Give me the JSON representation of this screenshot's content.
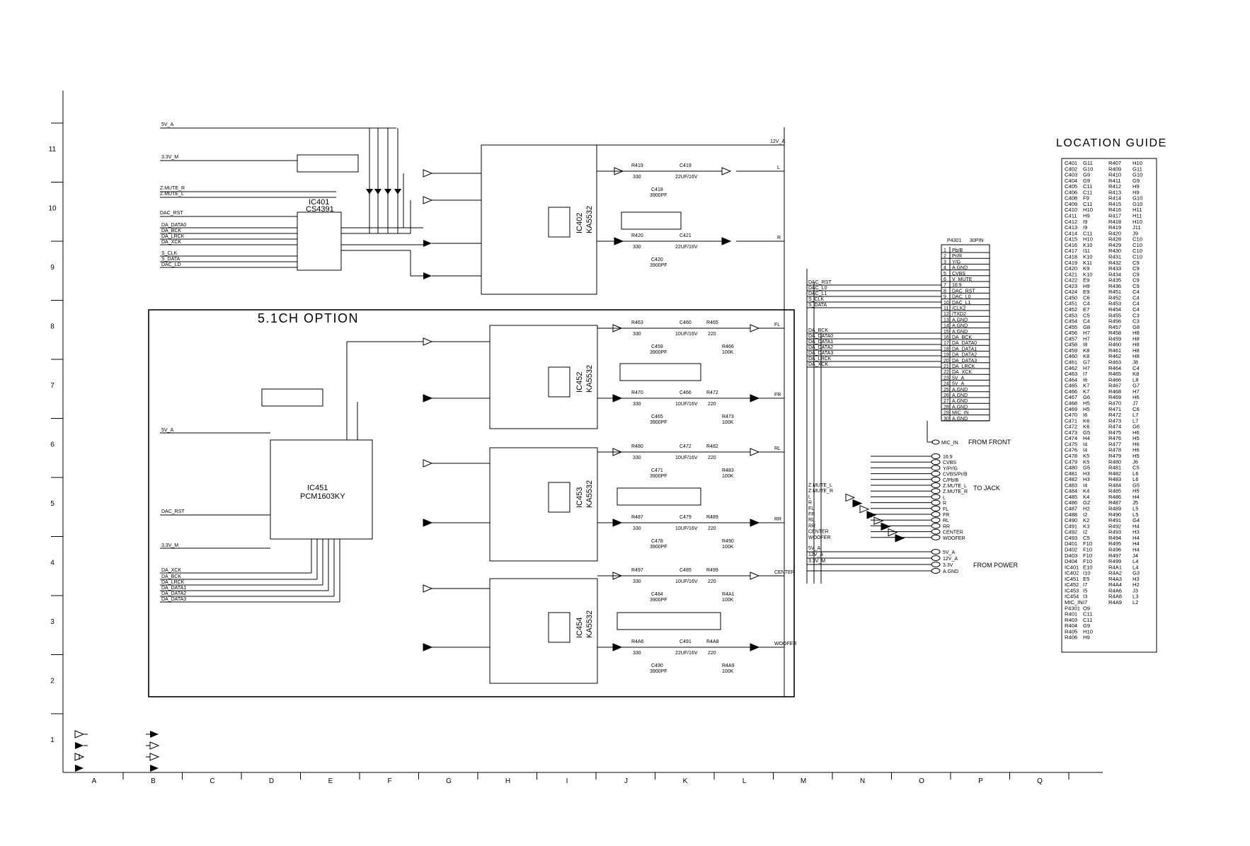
{
  "sheet": {
    "row_labels": [
      "11",
      "10",
      "9",
      "8",
      "7",
      "6",
      "5",
      "4",
      "3",
      "2",
      "1"
    ],
    "col_labels": [
      "A",
      "B",
      "C",
      "D",
      "E",
      "F",
      "G",
      "H",
      "I",
      "J",
      "K",
      "L",
      "M",
      "N",
      "O",
      "P",
      "Q"
    ]
  },
  "option_block": {
    "title": "5.1CH OPTION"
  },
  "ics": [
    {
      "ref": "IC401",
      "part": "CS4391"
    },
    {
      "ref": "IC402",
      "part": "KA5532"
    },
    {
      "ref": "IC451",
      "part": "PCM1603KY"
    },
    {
      "ref": "IC452",
      "part": "KA5532"
    },
    {
      "ref": "IC453",
      "part": "KA5532"
    },
    {
      "ref": "IC454",
      "part": "KA5532"
    }
  ],
  "rails": {
    "v5a": "5V_A",
    "v33m": "3.3V_M",
    "v12a": "12V_A",
    "zmute_r": "Z.MUTE_R",
    "zmute_l": "Z.MUTE_L",
    "dac_rst": "DAC_RST",
    "dac_rst2": "DAC_RST",
    "v5a_2": "5V_A",
    "v33m_2": "3.3V_M"
  },
  "ic401_inputs": [
    "DA_DATA0",
    "DA_BCK",
    "DA_LRCK",
    "DA_XCK",
    "S_CLK",
    "S_DATA",
    "DAC_LD"
  ],
  "ic451_inputs": [
    "DA_XCK",
    "DA_BCK",
    "DA_LRCK",
    "DA_DATA1",
    "DA_DATA2",
    "DA_DATA3"
  ],
  "outputs_main": [
    "L",
    "R"
  ],
  "outputs_51": [
    "FL",
    "FR",
    "RL",
    "RR",
    "CENTER",
    "WOOFER"
  ],
  "connector": {
    "ref": "P4301",
    "type": "30PIN",
    "pins": [
      "Pb/B",
      "Pr/R",
      "Y/G",
      "A.GND",
      "CVBS",
      "V_MUTE",
      "16:9",
      "DAC_RST",
      "DAC_L0",
      "DAC_L1",
      "/CLK2",
      "/TXD2",
      "A.GND",
      "A.GND",
      "A.GND",
      "DA_BCK",
      "DA_DATA0",
      "DA_DATA1",
      "DA_DATA2",
      "DA_DATA3",
      "DA_LRCK",
      "DA_XCK",
      "5V_A",
      "5V_A",
      "A.GND",
      "A.GND",
      "A.GND",
      "A.GND",
      "MIC_IN",
      "A.GND"
    ],
    "left_nets": [
      "DAC_RST",
      "DAC_L0",
      "DAC_L1",
      "S_CLK",
      "S_DATA",
      "DA_BCK",
      "DA_DATA0",
      "DA_DATA1",
      "DA_DATA2",
      "DA_DATA3",
      "DA_LRCK",
      "DA_XCK"
    ]
  },
  "mic": {
    "label": "MIC_IN",
    "caption": "FROM FRONT"
  },
  "to_jack": {
    "caption": "TO JACK",
    "lines": [
      "16:9",
      "CVBS",
      "Y/Pr/G",
      "CVBS/Pr/B",
      "C/Pb/B",
      "Z.MUTE_L",
      "Z.MUTE_R",
      "L",
      "R",
      "FL",
      "FR",
      "RL",
      "RR",
      "CENTER",
      "WOOFER"
    ],
    "left_labels": [
      "Z.MUTE_L",
      "Z.MUTE_R",
      "L",
      "R",
      "FL",
      "FR",
      "RL",
      "RR",
      "CENTER",
      "WOOFER"
    ]
  },
  "from_power": {
    "caption": "FROM POWER",
    "lines": [
      "5V_A",
      "12V_A",
      "3.3V",
      "A.GND"
    ],
    "left_labels": [
      "5V_A",
      "12V_A",
      "3.3V_M"
    ]
  },
  "components": {
    "main_l": [
      "R419",
      "330",
      "C418",
      "3900PF",
      "C419",
      "22UF/16V"
    ],
    "main_r": [
      "R420",
      "330",
      "C420",
      "3900PF",
      "C421",
      "22UF/16V"
    ],
    "fl": [
      "R463",
      "330",
      "C459",
      "3900PF",
      "C460",
      "10UF/16V",
      "R465",
      "220",
      "R466",
      "100K"
    ],
    "fr": [
      "R470",
      "330",
      "C465",
      "3900PF",
      "C466",
      "10UF/16V",
      "R472",
      "220",
      "R473",
      "100K"
    ],
    "rl": [
      "R480",
      "330",
      "C471",
      "3900PF",
      "C472",
      "10UF/16V",
      "R482",
      "220",
      "R483",
      "100K"
    ],
    "rr": [
      "R487",
      "330",
      "C478",
      "3900PF",
      "C479",
      "10UF/16V",
      "R489",
      "220",
      "R490",
      "100K"
    ],
    "center": [
      "R497",
      "330",
      "C484",
      "3900PF",
      "C485",
      "10UF/16V",
      "R499",
      "220",
      "R4A1",
      "100K"
    ],
    "woofer": [
      "R4A6",
      "330",
      "C490",
      "3900PF",
      "C491",
      "22UF/16V",
      "R4A8",
      "220",
      "R4A9",
      "100K"
    ]
  },
  "location_guide": {
    "title": "LOCATION GUIDE",
    "rows": [
      [
        "C401",
        "G11",
        "R407",
        "H10"
      ],
      [
        "C402",
        "G10",
        "R409",
        "G11"
      ],
      [
        "C403",
        "G9",
        "R410",
        "G10"
      ],
      [
        "C404",
        "G9",
        "R411",
        "G9"
      ],
      [
        "C405",
        "C11",
        "R412",
        "H9"
      ],
      [
        "C406",
        "C11",
        "R413",
        "H9"
      ],
      [
        "C408",
        "F9",
        "R414",
        "G10"
      ],
      [
        "C409",
        "C11",
        "R415",
        "G10"
      ],
      [
        "C410",
        "H10",
        "R416",
        "H11"
      ],
      [
        "C411",
        "H9",
        "R417",
        "H11"
      ],
      [
        "C412",
        "I9",
        "R418",
        "H10"
      ],
      [
        "C413",
        "I9",
        "R419",
        "J11"
      ],
      [
        "C414",
        "C11",
        "R420",
        "J9"
      ],
      [
        "C415",
        "H10",
        "R428",
        "C10"
      ],
      [
        "C416",
        "K10",
        "R429",
        "C10"
      ],
      [
        "C417",
        "I11",
        "R430",
        "C10"
      ],
      [
        "C418",
        "K10",
        "R431",
        "C10"
      ],
      [
        "C419",
        "K11",
        "R432",
        "C9"
      ],
      [
        "C420",
        "K9",
        "R433",
        "C9"
      ],
      [
        "C421",
        "K10",
        "R434",
        "C9"
      ],
      [
        "C422",
        "E9",
        "R435",
        "C9"
      ],
      [
        "C423",
        "H9",
        "R436",
        "C9"
      ],
      [
        "C424",
        "E9",
        "R451",
        "C4"
      ],
      [
        "C450",
        "C6",
        "R452",
        "C4"
      ],
      [
        "C451",
        "C4",
        "R453",
        "C4"
      ],
      [
        "C452",
        "E7",
        "R454",
        "C4"
      ],
      [
        "C453",
        "C5",
        "R455",
        "C3"
      ],
      [
        "C454",
        "C4",
        "R456",
        "C3"
      ],
      [
        "C455",
        "G8",
        "R457",
        "G8"
      ],
      [
        "C456",
        "H7",
        "R458",
        "H8"
      ],
      [
        "C457",
        "H7",
        "R459",
        "H8"
      ],
      [
        "C458",
        "I8",
        "R460",
        "H8"
      ],
      [
        "C459",
        "K8",
        "R461",
        "H8"
      ],
      [
        "C460",
        "K8",
        "R462",
        "H8"
      ],
      [
        "C461",
        "G7",
        "R463",
        "J8"
      ],
      [
        "C462",
        "H7",
        "R464",
        "C4"
      ],
      [
        "C463",
        "I7",
        "R465",
        "K8"
      ],
      [
        "C464",
        "I6",
        "R466",
        "L8"
      ],
      [
        "C465",
        "K7",
        "R467",
        "G7"
      ],
      [
        "C466",
        "K7",
        "R468",
        "H7"
      ],
      [
        "C467",
        "G6",
        "R469",
        "H6"
      ],
      [
        "C468",
        "H5",
        "R470",
        "J7"
      ],
      [
        "C469",
        "H5",
        "R471",
        "C6"
      ],
      [
        "C470",
        "I6",
        "R472",
        "L7"
      ],
      [
        "C471",
        "K6",
        "R473",
        "L7"
      ],
      [
        "C472",
        "K6",
        "R474",
        "G6"
      ],
      [
        "C473",
        "G5",
        "R475",
        "H6"
      ],
      [
        "C474",
        "H4",
        "R476",
        "H5"
      ],
      [
        "C475",
        "I4",
        "R477",
        "H6"
      ],
      [
        "C476",
        "I4",
        "R478",
        "H6"
      ],
      [
        "C478",
        "K5",
        "R479",
        "H5"
      ],
      [
        "C479",
        "K5",
        "R480",
        "J6"
      ],
      [
        "C480",
        "G5",
        "R481",
        "C5"
      ],
      [
        "C481",
        "H3",
        "R482",
        "L6"
      ],
      [
        "C482",
        "H3",
        "R483",
        "L6"
      ],
      [
        "C483",
        "I4",
        "R484",
        "G5"
      ],
      [
        "C484",
        "K4",
        "R485",
        "H5"
      ],
      [
        "C485",
        "K4",
        "R486",
        "H4"
      ],
      [
        "C486",
        "G2",
        "R487",
        "J5"
      ],
      [
        "C487",
        "H2",
        "R489",
        "L5"
      ],
      [
        "C488",
        "I2",
        "R490",
        "L5"
      ],
      [
        "C490",
        "K2",
        "R491",
        "G4"
      ],
      [
        "C491",
        "K3",
        "R492",
        "H4"
      ],
      [
        "C492",
        "I2",
        "R493",
        "H3"
      ],
      [
        "C493",
        "C5",
        "R494",
        "H4"
      ],
      [
        "D401",
        "F10",
        "R495",
        "H4"
      ],
      [
        "D402",
        "F10",
        "R496",
        "H4"
      ],
      [
        "D403",
        "F10",
        "R497",
        "J4"
      ],
      [
        "D404",
        "F10",
        "R499",
        "L4"
      ],
      [
        "IC401",
        "E10",
        "R4A1",
        "L4"
      ],
      [
        "IC402",
        "I10",
        "R4A2",
        "G3"
      ],
      [
        "IC451",
        "E5",
        "R4A3",
        "H3"
      ],
      [
        "IC452",
        "I7",
        "R4A4",
        "H2"
      ],
      [
        "IC453",
        "I5",
        "R4A6",
        "J3"
      ],
      [
        "IC454",
        "I3",
        "R4A8",
        "L3"
      ],
      [
        "MIC_IN",
        "I7",
        "R4A9",
        "L2"
      ],
      [
        "P4301",
        "O9",
        "",
        ""
      ],
      [
        "R401",
        "C11",
        "",
        ""
      ],
      [
        "R403",
        "C11",
        "",
        ""
      ],
      [
        "R404",
        "G9",
        "",
        ""
      ],
      [
        "R405",
        "H10",
        "",
        ""
      ],
      [
        "R406",
        "H9",
        "",
        ""
      ]
    ]
  }
}
